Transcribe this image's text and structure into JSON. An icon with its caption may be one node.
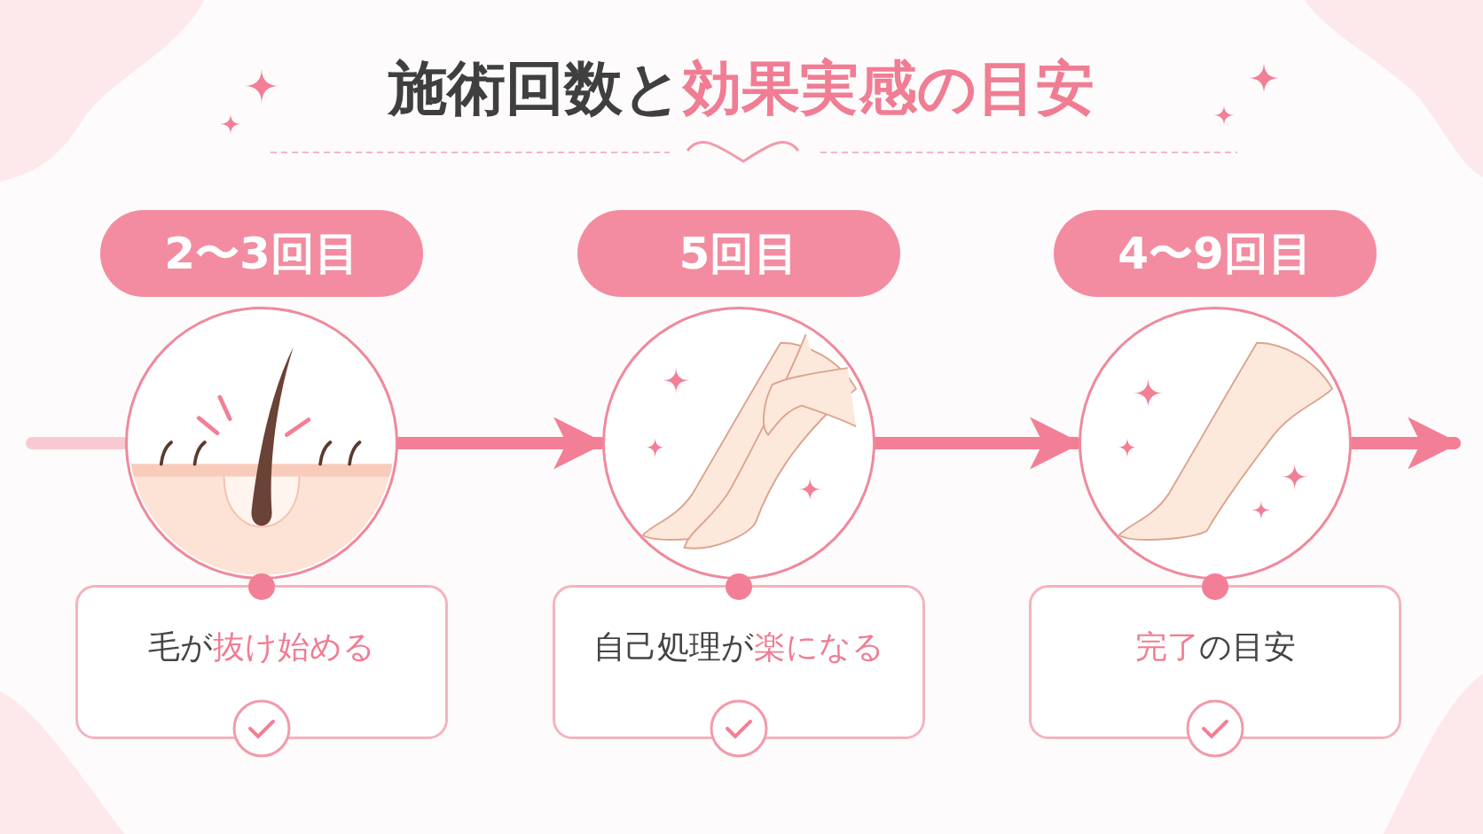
{
  "diagram": {
    "title": "施術回数と**効果実感の目安**",
    "nodes": [
      {
        "text": [
          "2〜3回目"
        ]
      },
      {
        "text": [],
        "shape": "picture"
      },
      {
        "text": [
          "毛が**抜け始める**"
        ]
      },
      {
        "text": [
          "5回目"
        ]
      },
      {
        "text": [],
        "shape": "picture"
      },
      {
        "text": [
          "自己処理が**楽になる**"
        ]
      },
      {
        "text": [
          "4〜9回目"
        ]
      },
      {
        "text": [],
        "shape": "picture"
      },
      {
        "text": [
          "**完了**の目安"
        ]
      }
    ],
    "edges": [
      {
        "from": null,
        "to": 1,
        "arrow": "none",
        "color": "#f9c9d1"
      },
      {
        "from": 1,
        "to": 4,
        "arrow": "to"
      },
      {
        "from": 4,
        "to": 7,
        "arrow": "to"
      },
      {
        "from": 7,
        "to": null,
        "arrow": "to"
      }
    ]
  }
}
